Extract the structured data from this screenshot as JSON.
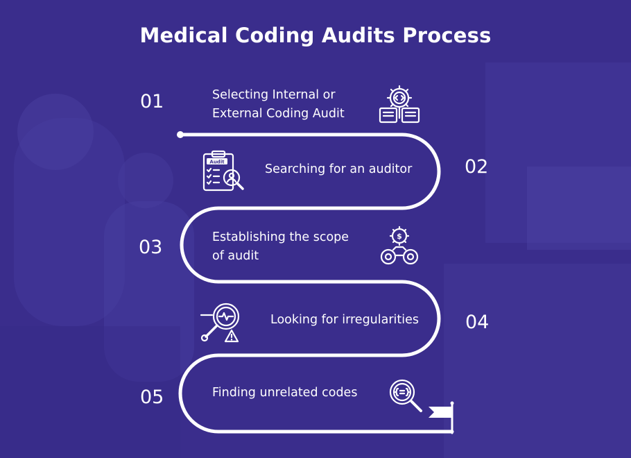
{
  "title": "Medical Coding Audits Process",
  "steps": [
    {
      "number": "01",
      "label_line1": "Selecting Internal or",
      "label_line2": "External Coding Audit",
      "icon": "code-gear-icon"
    },
    {
      "number": "02",
      "label_line1": "Searching for an auditor",
      "icon": "audit-clipboard-icon"
    },
    {
      "number": "03",
      "label_line1": "Establishing the scope",
      "label_line2": "of audit",
      "icon": "binoculars-dollar-icon"
    },
    {
      "number": "04",
      "label_line1": "Looking for irregularities",
      "icon": "magnifier-warning-icon"
    },
    {
      "number": "05",
      "label_line1": "Finding unrelated codes",
      "icon": "code-search-icon"
    }
  ],
  "end_marker_icon": "flag-icon",
  "colors": {
    "background": "#3a2d8c",
    "path": "#ffffff",
    "text": "#ffffff"
  }
}
